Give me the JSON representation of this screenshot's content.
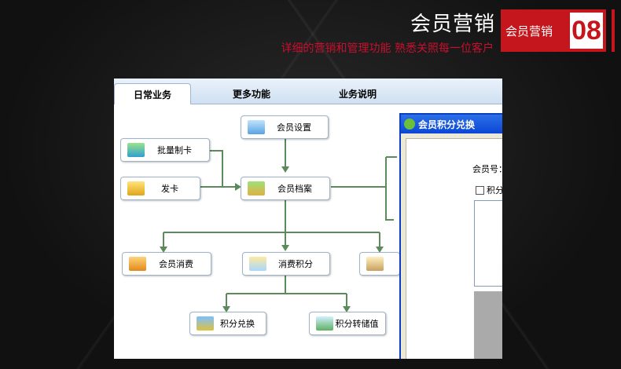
{
  "header": {
    "title": "会员营销",
    "subtitle": "详细的营销和管理功能 熟悉关照每一位客户",
    "badge_label": "会员营销",
    "badge_number": "08"
  },
  "colors": {
    "accent": "#c4161c",
    "connector": "#5b8a5b"
  },
  "tabs": [
    {
      "label": "日常业务",
      "active": true
    },
    {
      "label": "更多功能",
      "active": false
    },
    {
      "label": "业务说明",
      "active": false
    }
  ],
  "nodes": {
    "member_settings": {
      "label": "会员设置",
      "icon": "settings-icon"
    },
    "batch_card": {
      "label": "批量制卡",
      "icon": "card-stack-icon"
    },
    "issue_card": {
      "label": "发卡",
      "icon": "card-icon"
    },
    "member_archive": {
      "label": "会员档案",
      "icon": "folder-icon"
    },
    "member_consume": {
      "label": "会员消费",
      "icon": "coins-icon"
    },
    "consume_points": {
      "label": "消费积分",
      "icon": "points-icon"
    },
    "points_redeem": {
      "label": "积分兑换",
      "icon": "gift-icon"
    },
    "points_to_stored": {
      "label": "积分转储值",
      "icon": "chart-icon"
    }
  },
  "dialog": {
    "title": "会员积分兑换",
    "member_no_label": "会员号：",
    "points_checkbox_label": "积分"
  }
}
